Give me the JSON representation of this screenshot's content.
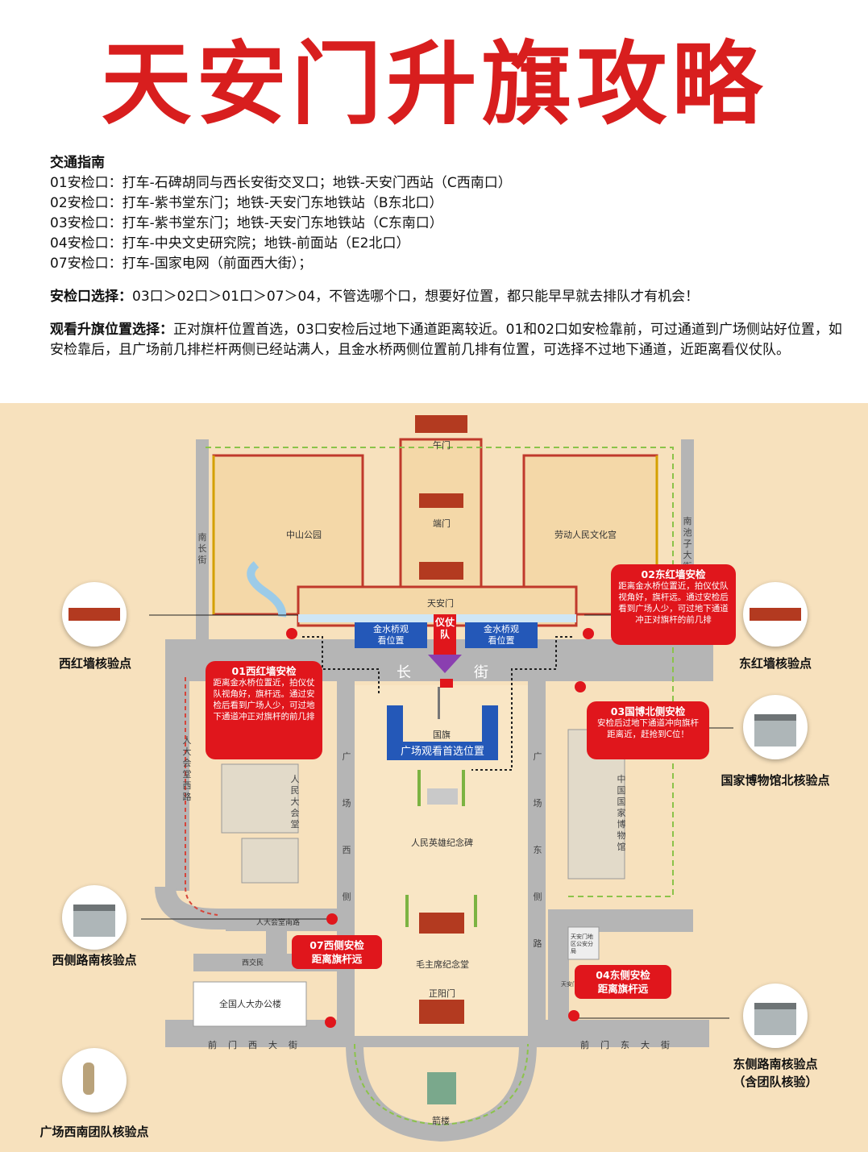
{
  "title": "天安门升旗攻略",
  "guide": {
    "heading": "交通指南",
    "lines": [
      "01安检口：打车-石碑胡同与西长安街交叉口；地铁-天安门西站（C西南口）",
      "02安检口：打车-紫书堂东门；地铁-天安门东地铁站（B东北口）",
      "03安检口：打车-紫书堂东门；地铁-天安门东地铁站（C东南口）",
      "04安检口：打车-中央文史研究院；地铁-前面站（E2北口）",
      "07安检口：打车-国家电网（前面西大街）；"
    ],
    "choice_label": "安检口选择：",
    "choice_text": "03口＞02口＞01口＞07＞04，不管选哪个口，想要好位置，都只能早早就去排队才有机会！",
    "view_label": "观看升旗位置选择：",
    "view_text": "正对旗杆位置首选，03口安检后过地下通道距离较近。01和02口如安检靠前，可过通道到广场侧站好位置，如安检靠后，且广场前几排栏杆两侧已经站满人，且金水桥两侧位置前几排有位置，可选择不过地下通道，近距离看仪仗队。"
  },
  "map": {
    "places": {
      "wumen": "午门",
      "duanmen": "端门",
      "tiananmen": "天安门",
      "zhongshan": "中山公园",
      "laodong": "劳动人民文化宫",
      "guoqi": "国旗",
      "monument": "人民英雄纪念碑",
      "mausoleum": "毛主席纪念堂",
      "zhengyang": "正阳门",
      "jianlou": "箭楼",
      "npc_office": "全国人大办公楼",
      "police": "天安门地区公安分局",
      "police2": "天安门管委"
    },
    "roads": {
      "changjie_1": "长",
      "changjie_2": "街",
      "nanchang": "南长街",
      "nanchizi": "南池子大街",
      "renda_west": "人大会堂西路",
      "guangchang_west": "广场西侧路",
      "guangchang_east": "广场东侧路",
      "renda_south": "人大会堂南路",
      "xijiaomin": "西交民",
      "qianmen_west": "前门西大街",
      "qianmen_east": "前门东大街",
      "hall": "人民大会堂",
      "museum": "中国国家博物馆"
    },
    "honor_guard": "仪仗队",
    "bridge_left": "金水桥观看位置",
    "bridge_right": "金水桥观看位置",
    "best_spot": "广场观看首选位置",
    "callouts": {
      "c01_title": "01西红墙安检",
      "c01_body": "距离金水桥位置近，拍仪仗队视角好，旗杆远。通过安检后看到广场人少，可过地下通道冲正对旗杆的前几排",
      "c02_title": "02东红墙安检",
      "c02_body": "距离金水桥位置近，拍仪仗队视角好，旗杆远。通过安检后看到广场人少，可过地下通道冲正对旗杆的前几排",
      "c03_title": "03国博北侧安检",
      "c03_body": "安检后过地下通道冲向旗杆距离近，赶抢到C位！",
      "c07_title": "07西侧安检",
      "c07_body": "距离旗杆远",
      "c04_title": "04东侧安检",
      "c04_body": "距离旗杆远"
    },
    "checkpoints": {
      "west_wall": "西红墙核验点",
      "east_wall": "东红墙核验点",
      "museum_north": "国家博物馆北核验点",
      "west_south": "西侧路南核验点",
      "east_south_1": "东侧路南核验点",
      "east_south_2": "（含团队核验）",
      "square_team": "广场西南团队核验点"
    }
  },
  "colors": {
    "title_red": "#d81e1e",
    "map_bg": "#f7e1bd",
    "road": "#b5b5b5",
    "callout_red": "#e0161c",
    "bridge_blue": "#2458b8"
  }
}
